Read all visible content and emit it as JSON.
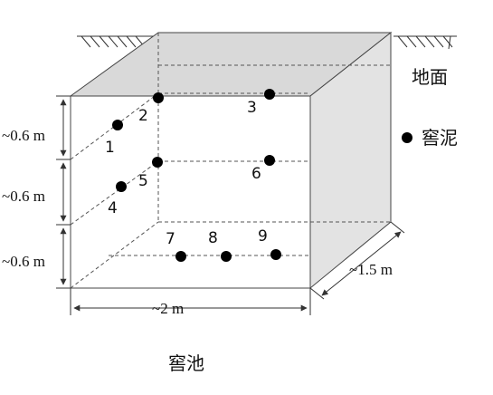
{
  "ground_label": "地面",
  "legend_label": "窖泥",
  "pit_label": "窖池",
  "dims": {
    "height_layer_1": "~0.6 m",
    "height_layer_2": "~0.6 m",
    "height_layer_3": "~0.6 m",
    "width": "~2 m",
    "depth": "~1.5 m"
  },
  "points": [
    {
      "label": "1"
    },
    {
      "label": "2"
    },
    {
      "label": "3"
    },
    {
      "label": "4"
    },
    {
      "label": "5"
    },
    {
      "label": "6"
    },
    {
      "label": "7"
    },
    {
      "label": "8"
    },
    {
      "label": "9"
    }
  ],
  "colors": {
    "line": "#333333",
    "fill_gray": "#d9d9d9",
    "dot": "#000000"
  }
}
